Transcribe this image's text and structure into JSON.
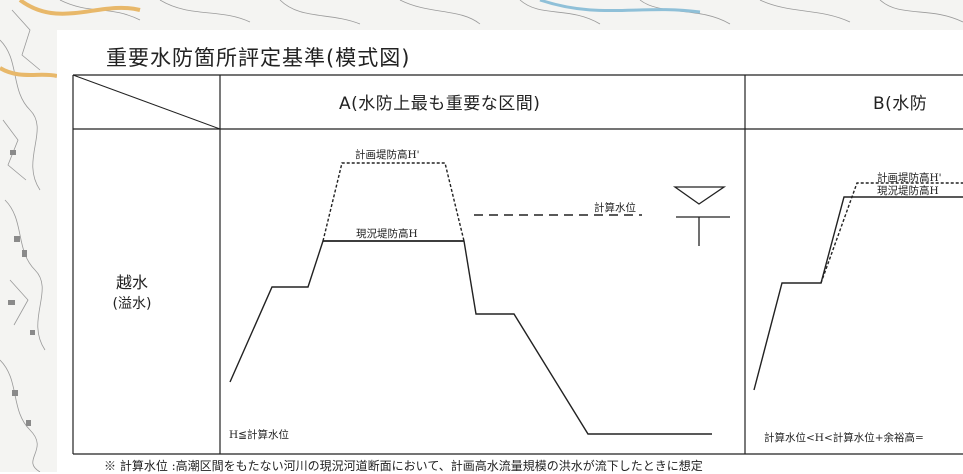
{
  "title": "重要水防箇所評定基準(模式図)",
  "table": {
    "col_a_header": "A(水防上最も重要な区間)",
    "col_b_header": "B(水防",
    "row_label": "越水",
    "row_sublabel": "(溢水)"
  },
  "diagram_a": {
    "planned_levee_label": "計画堤防高H'",
    "current_levee_label": "現況堤防高H",
    "calc_water_label": "計算水位",
    "condition": "H≦計算水位"
  },
  "diagram_b": {
    "planned_levee_label": "計画堤防高H'",
    "current_levee_label": "現況堤防高H",
    "condition": "計算水位<H<計算水位+余裕高="
  },
  "footnote": "※ 計算水位 :高潮区間をもたない河川の現況河道断面において、計画高水流量規模の洪水が流下したときに想定"
}
